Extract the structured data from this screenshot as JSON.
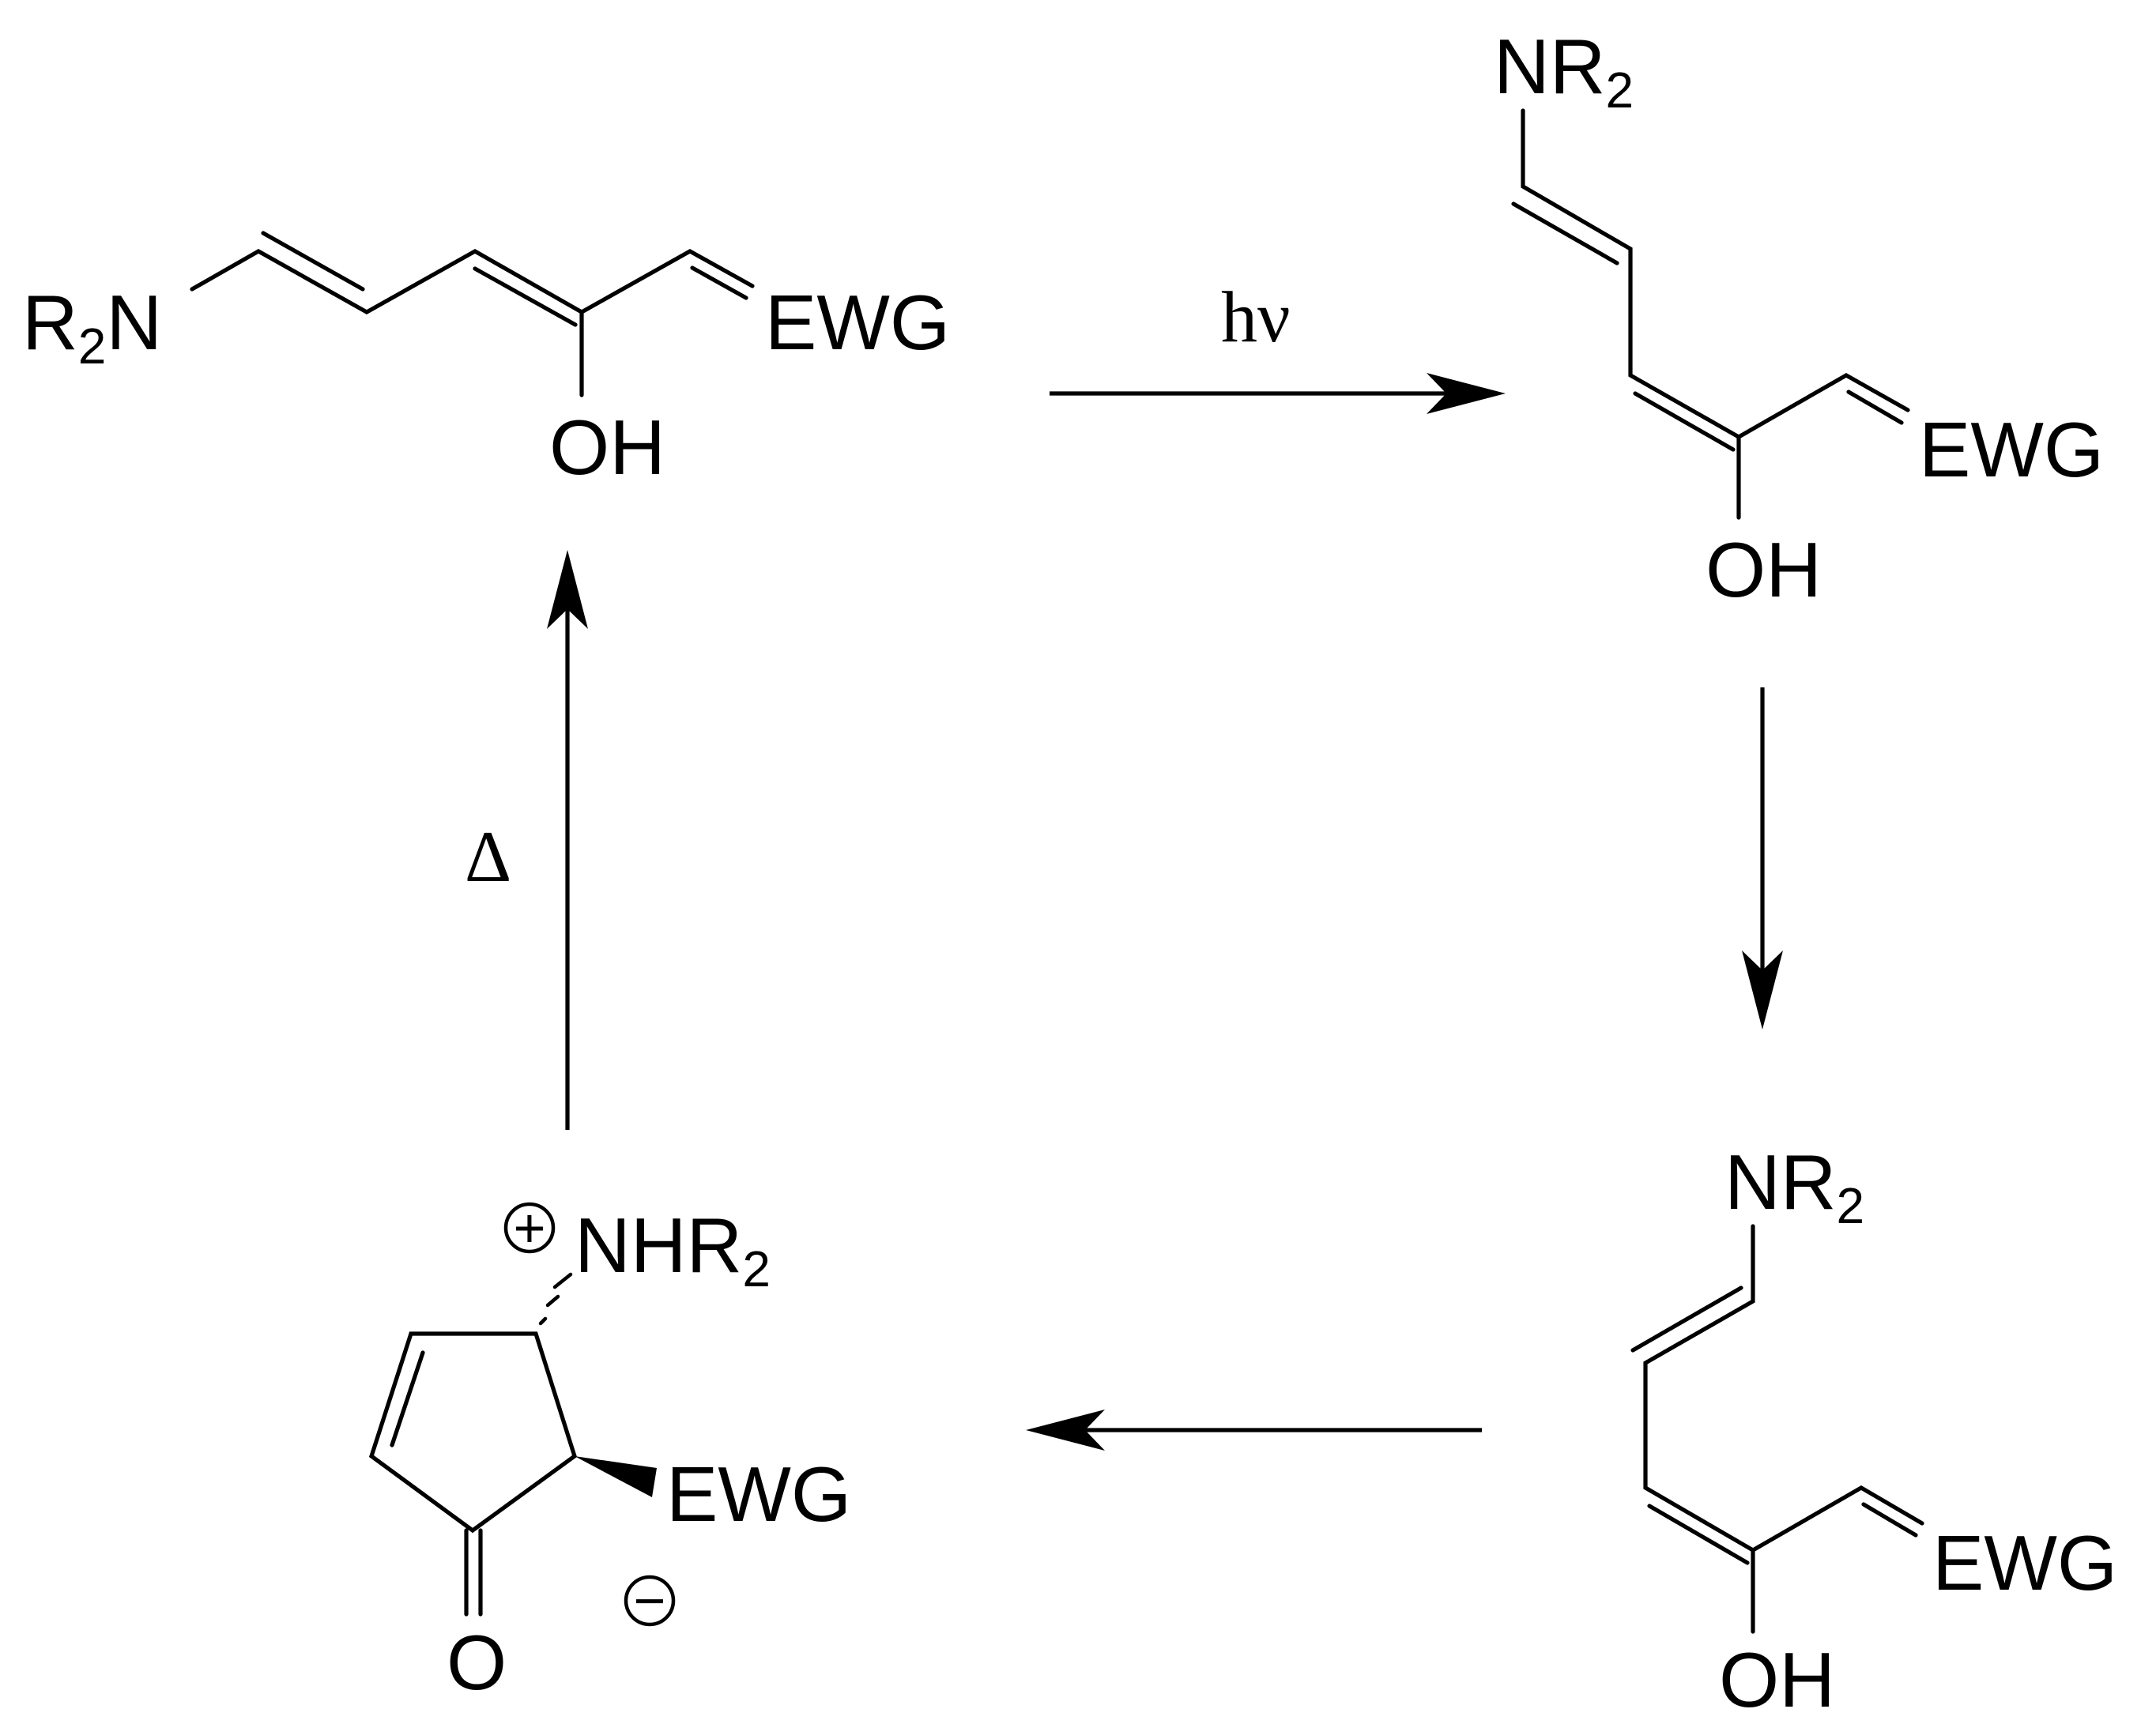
{
  "diagram": {
    "groups": {
      "r2n": "R",
      "r2n_sub": "2",
      "r2n_tail": "N",
      "nr2": "NR",
      "nr2_sub": "2",
      "nhr2": "NHR",
      "nhr2_sub": "2",
      "ewg": "EWG",
      "oh": "OH",
      "o": "O"
    },
    "conditions": {
      "light": "hν",
      "heat": "Δ"
    },
    "charges": {
      "plus": "+",
      "minus": "−"
    }
  }
}
